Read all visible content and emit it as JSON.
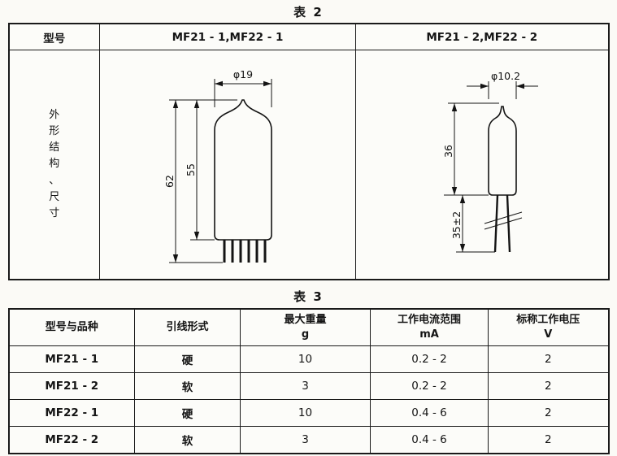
{
  "captions": {
    "table2": "表 2",
    "table3": "表 3"
  },
  "table2": {
    "header": {
      "model": "型号",
      "col1": "MF21 - 1,MF22 - 1",
      "col2": "MF21 - 2,MF22 - 2"
    },
    "row_label": "外\n形\n结\n构\n、\n尺\n寸",
    "drawing1": {
      "diameter": "φ19",
      "total_height": "62",
      "body_height": "55"
    },
    "drawing2": {
      "diameter": "φ10.2",
      "body_height": "36",
      "lead_length": "35±2"
    }
  },
  "table3": {
    "headers": {
      "c0": "型号与品种",
      "c1": "引线形式",
      "c2": "最大重量\ng",
      "c3": "工作电流范围\nmA",
      "c4": "标称工作电压\nV"
    },
    "rows": [
      [
        "MF21 - 1",
        "硬",
        "10",
        "0.2 - 2",
        "2"
      ],
      [
        "MF21 - 2",
        "软",
        "3",
        "0.2 - 2",
        "2"
      ],
      [
        "MF22 - 1",
        "硬",
        "10",
        "0.4 - 6",
        "2"
      ],
      [
        "MF22 - 2",
        "软",
        "3",
        "0.4 - 6",
        "2"
      ]
    ]
  }
}
